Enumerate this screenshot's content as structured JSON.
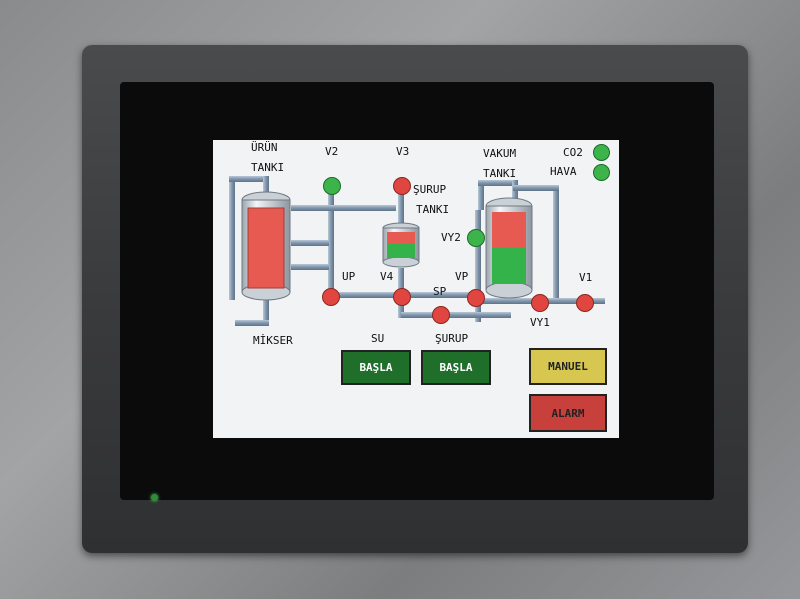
{
  "device": {
    "power_led_color": "#2f8d3a"
  },
  "hmi": {
    "labels": {
      "urun": "ÜRÜN",
      "urun_tanki": "TANKI",
      "v2": "V2",
      "v3": "V3",
      "surup": "ŞURUP",
      "surup_tanki": "TANKI",
      "vakum": "VAKUM",
      "vakum_tanki": "TANKI",
      "co2": "CO2",
      "hava": "HAVA",
      "vy2": "VY2",
      "up": "UP",
      "v4": "V4",
      "vp": "VP",
      "sp": "SP",
      "v1": "V1",
      "vy1": "VY1",
      "mikser": "MİKSER",
      "su": "SU",
      "surup_pump": "ŞURUP"
    },
    "buttons": {
      "su_start": "BAŞLA",
      "surup_start": "BAŞLA",
      "manuel": "MANUEL",
      "alarm": "ALARM"
    },
    "colors": {
      "valve_open": "#3cb44b",
      "valve_closed": "#e0463f",
      "tank_red": "#e65a52",
      "tank_green": "#33b34a",
      "pipe": "#8aa0b4"
    },
    "levels": {
      "urun_tank_red": 1.0,
      "surup_tank_green": 0.55,
      "vakum_tank_red": 0.45,
      "vakum_tank_green": 0.55
    },
    "valve_states": {
      "v2": "open",
      "v3": "closed",
      "vy2": "open",
      "up": "closed",
      "v4": "closed",
      "sp": "closed",
      "vp": "closed",
      "vy1": "closed",
      "v1": "closed",
      "co2": "open",
      "hava": "open"
    }
  }
}
